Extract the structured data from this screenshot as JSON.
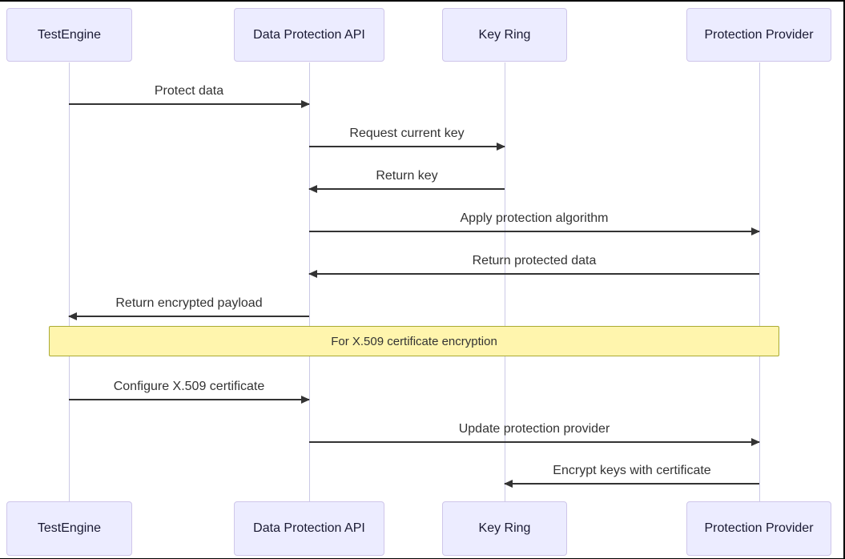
{
  "diagram": {
    "type": "sequence-diagram",
    "participants": [
      {
        "label": "TestEngine"
      },
      {
        "label": "Data Protection API"
      },
      {
        "label": "Key Ring"
      },
      {
        "label": "Protection Provider"
      }
    ],
    "messages": [
      {
        "from": "TestEngine",
        "to": "Data Protection API",
        "label": "Protect data",
        "arrow": "solid-right"
      },
      {
        "from": "Data Protection API",
        "to": "Key Ring",
        "label": "Request current key",
        "arrow": "solid-right"
      },
      {
        "from": "Key Ring",
        "to": "Data Protection API",
        "label": "Return key",
        "arrow": "solid-left"
      },
      {
        "from": "Data Protection API",
        "to": "Protection Provider",
        "label": "Apply protection algorithm",
        "arrow": "solid-right"
      },
      {
        "from": "Protection Provider",
        "to": "Data Protection API",
        "label": "Return protected data",
        "arrow": "solid-left"
      },
      {
        "from": "Data Protection API",
        "to": "TestEngine",
        "label": "Return encrypted payload",
        "arrow": "solid-left"
      },
      {
        "from": "TestEngine",
        "to": "Data Protection API",
        "label": "Configure X.509 certificate",
        "arrow": "solid-right"
      },
      {
        "from": "Data Protection API",
        "to": "Protection Provider",
        "label": "Update protection provider",
        "arrow": "solid-right"
      },
      {
        "from": "Protection Provider",
        "to": "Key Ring",
        "label": "Encrypt keys with certificate",
        "arrow": "solid-left"
      }
    ],
    "note": {
      "label": "For X.509 certificate encryption",
      "position": "over-all-participants"
    },
    "colors": {
      "actor_fill": "#ECECFF",
      "actor_border": "#CFC6EA",
      "lifeline": "#CBC9E6",
      "message_line": "#333333",
      "note_fill": "#FFF5AD",
      "note_border": "#AAAA33",
      "text": "#333333",
      "background": "#FFFFFF",
      "frame_border": "#000000"
    }
  }
}
